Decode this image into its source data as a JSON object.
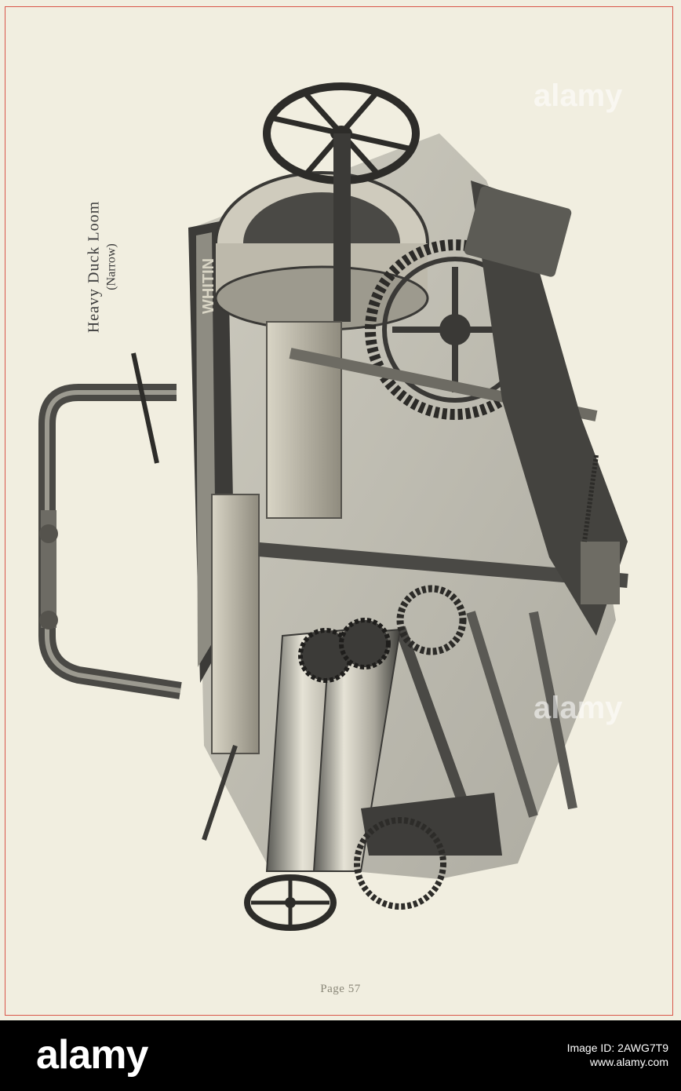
{
  "caption": {
    "title": "Heavy Duck Loom",
    "subtitle": "(Narrow)"
  },
  "page_label": "Page 57",
  "machine_nameplate": "WHITIN",
  "watermark": "alamy",
  "footer": {
    "logo": "alamy",
    "image_id_line": "Image ID: 2AWG7T9",
    "url": "www.alamy.com"
  },
  "colors": {
    "paper": "#f1eee0",
    "border": "#d9564a",
    "footer": "#000000",
    "ink": "#3b3b3b"
  },
  "icons": {
    "illustration": "loom-machine-engraving"
  }
}
